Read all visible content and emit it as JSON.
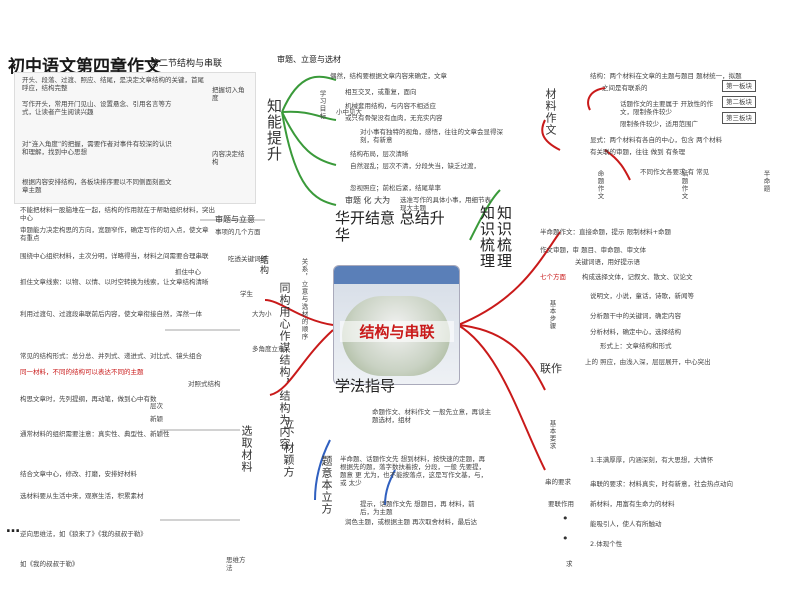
{
  "header": {
    "title": "初中语文第四章作文",
    "subtitle": "第二节结构与串联",
    "top_topic": "审题、立意与选材"
  },
  "hub": {
    "title": "结构与串联"
  },
  "center": {
    "knowledge_summary": "知识梳理",
    "knowledge_comb": "知识梳理",
    "summary": "华开结意 总结升华",
    "guidance": "学法指导",
    "guidance_text": "命题作文、材料作文 一般先立意，再谈主题选材，组材",
    "topic_label": "题意本立方",
    "topic_text": "半命题、话题作文先 想到材料，按快速的定题，再根据先的题，落字数扶着按，分段，一般 先要提，题意 更 尤为，也不能按落点，这是写作文基，与，或 太少",
    "hint": "提示，话题作文先 想题目，再 材料，前后，为主题",
    "ending": "润色主题，或根据主题 再次取舍材料，最后达",
    "choose": "选取材料",
    "stand": "立、材颖方"
  },
  "left": {
    "intro": "开头、段落、过渡、照应、结尾，是决定文章结构的关键，首尾呼应，结构完整",
    "rows": [
      {
        "text": "写作开头，常用开门见山、设置悬念、引用名言等方式，让读者产生阅读兴趣",
        "label": "把握切入角度"
      },
      {
        "text": "对“连入角度”的把握，需要作者对事件有较深的认识和理解，找到中心思想",
        "label": "内容决定结构"
      },
      {
        "text": "根据内容安排结构，各板块排序要以不同侧面刻画文章主题",
        "label": ""
      }
    ],
    "para1": "不能把材料一股脑堆在一起，结构的作用就在于帮助组织材料，突出中心",
    "para2": "审题能力决定构思的方向，宽题窄作，确定写作的切入点，使文章有重点",
    "para3": "围绕中心组织材料，主次分明，详略得当，材料之间需要合理串联",
    "para4": "抓住文章线索：以物、以情、以时空转换为线索，让文章结构清晰",
    "para5": "利用过渡句、过渡段串联前后内容，使文章衔接自然，浑然一体",
    "para6": "常见的结构形式：总分总、并列式、递进式、对比式、镜头组合",
    "para7": "构思文章时，先列提纲，再动笔，做到心中有数",
    "para8": "通常材料的组织需要注意：真实性、典型性、新颖性",
    "labels": [
      "审题与立意",
      "事项的几个方面",
      "吃透关键词语",
      "抓住中心",
      "结构",
      "学生",
      "对照式结构",
      "层次",
      "新颖"
    ],
    "pointer_note": "同一材料，不同的结构可以表达不同的主题",
    "bottom1": "结合文章中心，修改、打磨，安排好材料",
    "bottom2": "选材料要从生活中来，观察生活，积累素材",
    "bottom3": "逆向思维法，如《狼来了》《我的叔叔于勒》",
    "bottom4": "如《我的叔叔于勒》",
    "think": "思维方法"
  },
  "mid": {
    "zhineng": "知能提升",
    "know_lines": [
      "偶然，结构要根据文章内容来确定，文章",
      "相互交叉，或重复，面向",
      "机械套用结构，与内容不相适应",
      "或只有骨架没有血肉，无充实内容",
      "对小事有独特的视角，感悟，往往的文章会显得深刻，有新意",
      "结构布局，层次清晰",
      "自然混乱；层次不清，分段失当，缺乏过渡，",
      "忽视照应；前松后紧，结尾草率"
    ],
    "side_labels": [
      "学习目标",
      "小中见大"
    ],
    "material": "审题 化 大为",
    "material_note": "选准写作的具体小事，用细节表现大主题",
    "range": "关系，立意与选材的顺序",
    "tong": "同构用心作谋结构，结构为内容",
    "depth": "大为小",
    "note1": "多角度立意"
  },
  "right": {
    "top": "结构：两个材料在文章的主题与题目 题材统一，拟题",
    "line2": "之间是有联系的",
    "line3": "话题作文的主要属于 开放性的作文，限制条件较少",
    "line4": "限制条件较少，适用范围广",
    "line5": "显式：两个材料有各自的中心，包含 两个材料",
    "line6": "有关联的审题，往往 做到 有条理",
    "line7": "不同作文各要求 有 常见",
    "types": [
      "第一板块",
      "第二板块",
      "第三板块"
    ],
    "labels": [
      "材料作文",
      "命题作文",
      "话题作文",
      "半命题"
    ],
    "approach": "半命题作文：直接命题，提示 限制材料+命题",
    "case": "作文审题，审 题目、审命题、审文体",
    "case2": "关键词语，用好提示语",
    "seven": "七个方面",
    "seven_text": "构成选择文体，记叙文、散文、议论文",
    "step_label": "基本步骤",
    "steps": [
      "说明文，小说，童话，诗歌，新闻等",
      "分析题干中的关键词，确定内容",
      "分析材料，确定中心，选择结构",
      "形式上：文章结构和形式"
    ],
    "link": "联作",
    "link_text": "上的 照应，由浅入深，层层展开，中心突出",
    "base": "基本要求",
    "reqs": [
      "1.丰满厚厚，内涵深刻，有大思想，大情怀",
      "串联的要求：材料真实，时有新意，社会热点动向",
      "新材料，用富有生命力的材料",
      "能吸引人，使人有所触动",
      "2.体现个性"
    ],
    "story": "串的要求",
    "stage": "要联作用",
    "bullets": [
      "•",
      "•",
      "•"
    ],
    "end": "求"
  },
  "colors": {
    "red": "#c91a1a",
    "green": "#3a9a3a",
    "blue": "#3060c0",
    "hub_blue": "#5a7fb8"
  }
}
